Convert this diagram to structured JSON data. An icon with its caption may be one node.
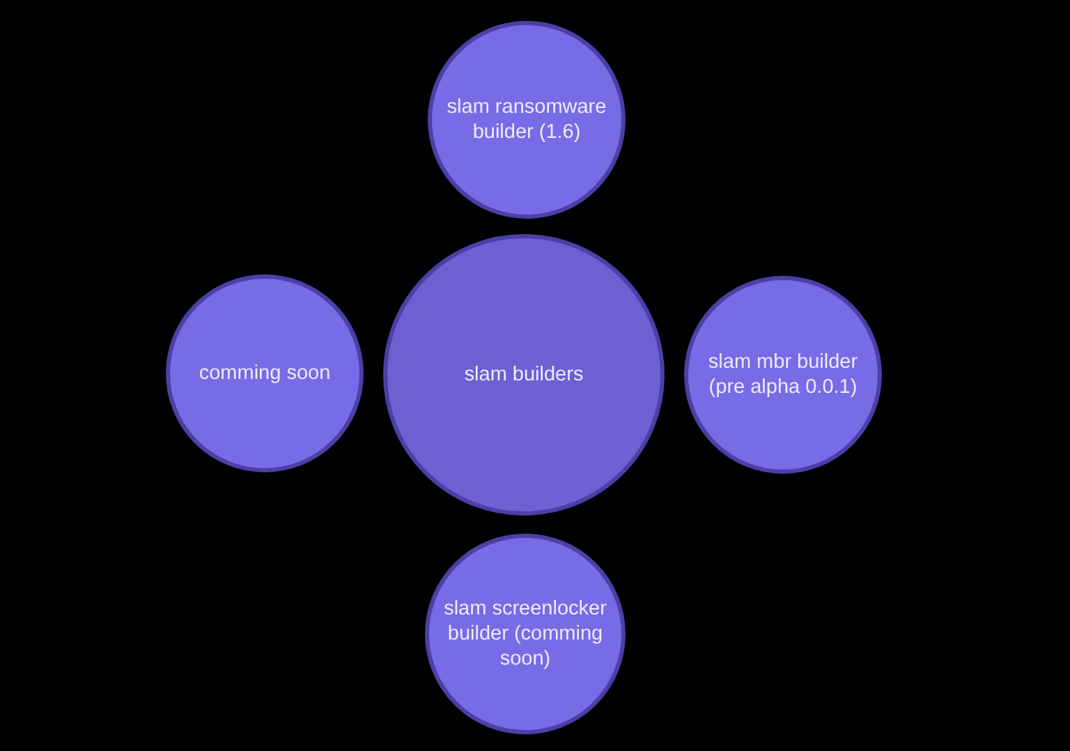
{
  "diagram": {
    "nodes": [
      {
        "text": [
          "slam ransomware builder (1.6)"
        ]
      },
      {
        "text": [
          "comming soon"
        ]
      },
      {
        "text": [
          "slam builders"
        ]
      },
      {
        "text": [
          "slam mbr builder (pre alpha 0.0.1)"
        ]
      },
      {
        "text": [
          "slam screenlocker builder (comming soon)"
        ]
      }
    ]
  }
}
